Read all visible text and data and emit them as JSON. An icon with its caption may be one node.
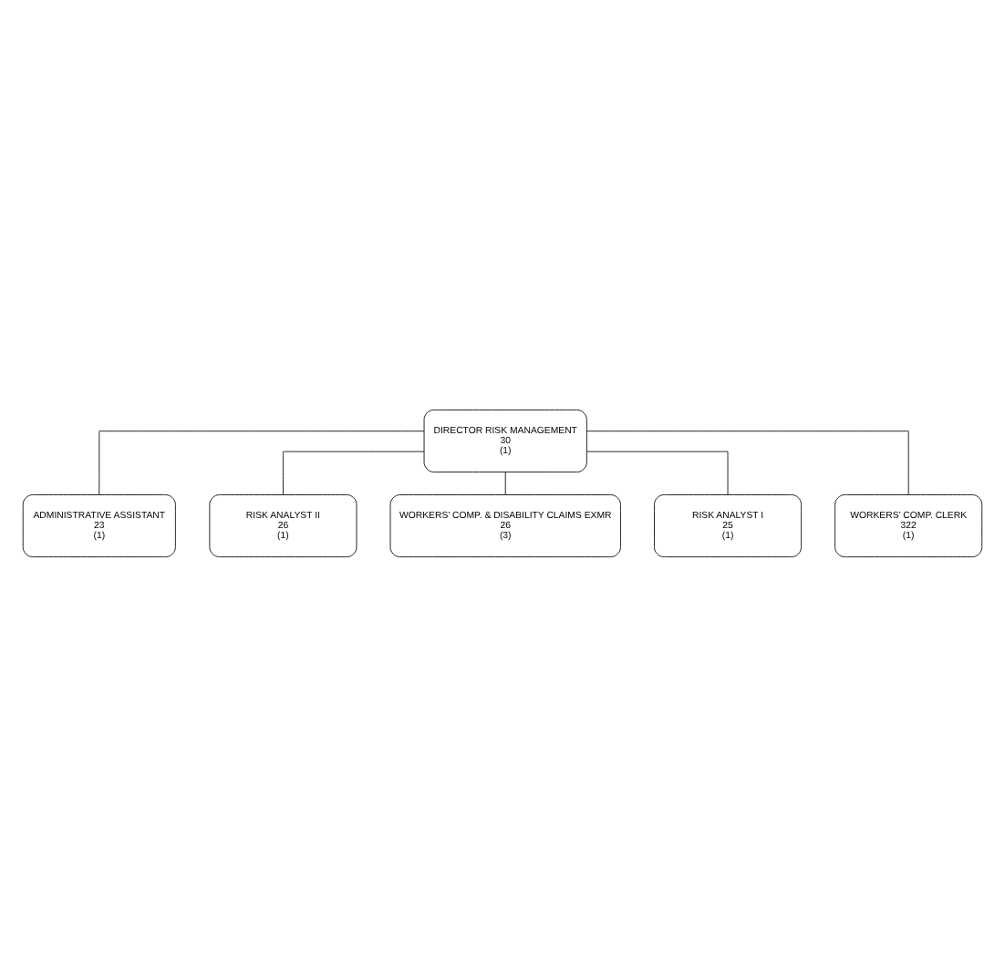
{
  "diagram": {
    "nodes": [
      {
        "text": [
          "DIRECTOR RISK MANAGEMENT",
          "30",
          "(1)"
        ]
      },
      {
        "text": [
          "ADMINISTRATIVE ASSISTANT",
          "23",
          "(1)"
        ]
      },
      {
        "text": [
          "RISK ANALYST II",
          "26",
          "(1)"
        ]
      },
      {
        "text": [
          "WORKERS’ COMP. & DISABILITY CLAIMS EXMR",
          "26",
          "(3)"
        ]
      },
      {
        "text": [
          "RISK ANALYST I",
          "25",
          "(1)"
        ]
      },
      {
        "text": [
          "WORKERS’ COMP. CLERK",
          "322",
          "(1)"
        ]
      }
    ],
    "edges": [
      {
        "from": 0,
        "to": 1,
        "arrow": "none"
      },
      {
        "from": 0,
        "to": 2,
        "arrow": "none"
      },
      {
        "from": 0,
        "to": 3,
        "arrow": "none"
      },
      {
        "from": 0,
        "to": 4,
        "arrow": "none"
      },
      {
        "from": 0,
        "to": 5,
        "arrow": "none"
      }
    ]
  }
}
